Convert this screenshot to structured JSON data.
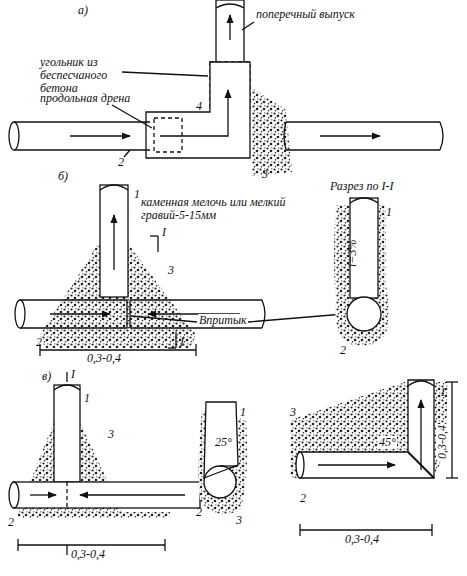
{
  "diagram": {
    "labels": [
      "а)",
      "угольник из беспесчаного бетона",
      "поперечный выпуск",
      "продольная дрена",
      "4",
      "2",
      "3",
      "б)",
      "1",
      "I",
      "каменная мелочь или мелкий гравий-5-15мм",
      "3",
      "2",
      "I",
      "0,3-0,4",
      "Впритык",
      "Разрез по I-I",
      "1",
      "i=3%",
      "2",
      "в)",
      "I",
      "1",
      "3",
      "2",
      "I",
      "0,3-0,4",
      "1",
      "25°",
      "2",
      "3",
      "1",
      "3",
      "45°",
      "2",
      "0,3-0,4",
      "0,3-0,4"
    ]
  }
}
